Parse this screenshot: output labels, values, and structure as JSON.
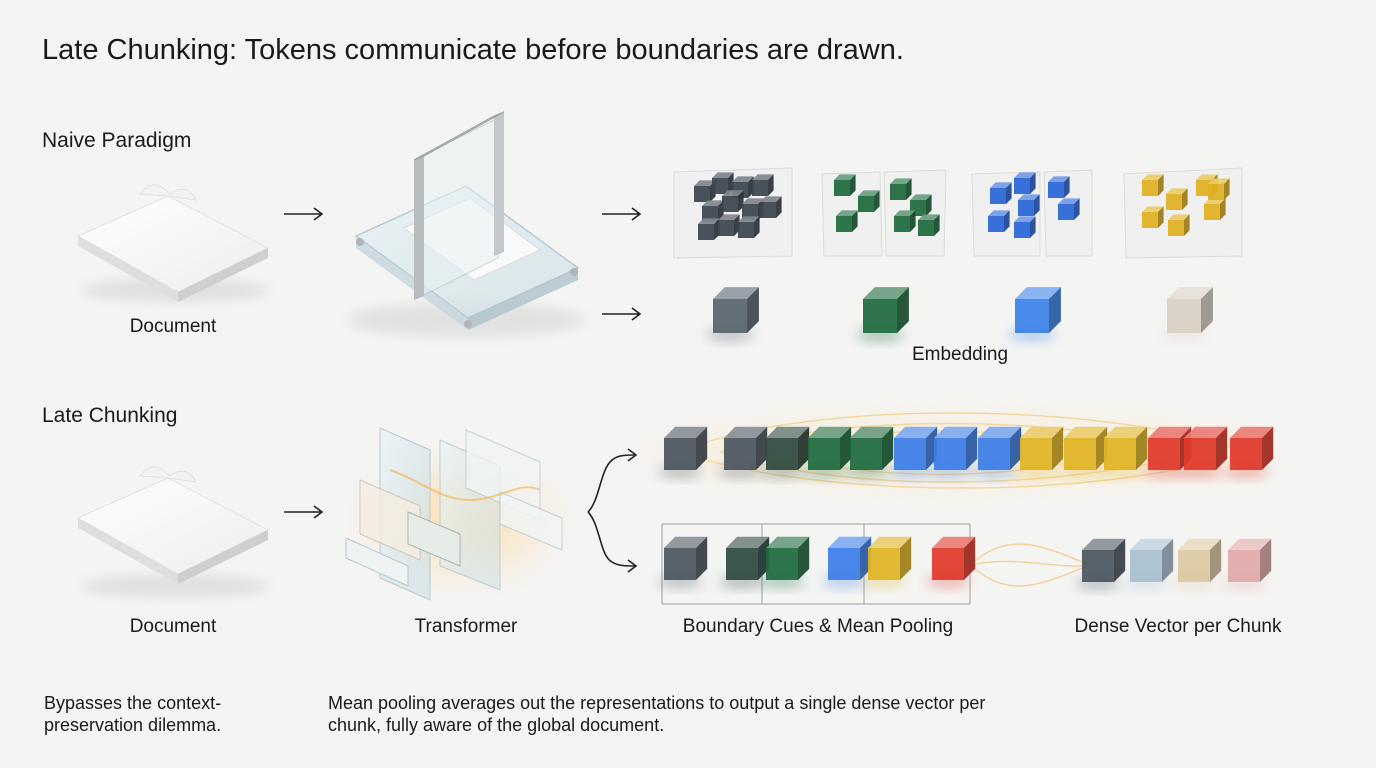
{
  "title": "Late Chunking: Tokens communicate before boundaries are drawn.",
  "naive": {
    "heading": "Naive Paradigm",
    "document_label": "Document",
    "embedding_label": "Embedding",
    "chunk_colors": [
      "#3c4650",
      "#1e6a3e",
      "#2a66d8",
      "#e0b020"
    ],
    "embedding_colors": [
      "#58646e",
      "#1e6a3e",
      "#3b82e8",
      "#d8d0c4"
    ]
  },
  "late": {
    "heading": "Late Chunking",
    "document_label": "Document",
    "transformer_label": "Transformer",
    "pooling_label": "Boundary Cues & Mean Pooling",
    "dense_label": "Dense Vector per Chunk",
    "token_colors": [
      "#4b5660",
      "#4b5660",
      "#2f4a40",
      "#1e6a3e",
      "#1e6a3e",
      "#3b7ee8",
      "#3b7ee8",
      "#3b7ee8",
      "#e0b424",
      "#e0b424",
      "#e0b424",
      "#e0392a",
      "#e0392a",
      "#e0392a"
    ],
    "pooled_colors": [
      "#4b5660",
      "#2f4a40",
      "#1e6a3e",
      "#3b7ee8",
      "#e0b424",
      "#e0392a"
    ],
    "dense_colors": [
      "#4b5660",
      "#a8c0d0",
      "#dcc8a0",
      "#e0a8a8"
    ]
  },
  "notes": {
    "left": "Bypasses the context-preservation dilemma.",
    "right": "Mean pooling averages out the representations to output a single dense vector per chunk, fully aware of the global document."
  }
}
